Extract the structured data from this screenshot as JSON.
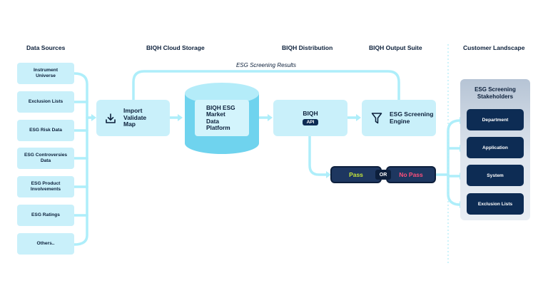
{
  "headers": {
    "data_sources": "Data Sources",
    "cloud_storage": "BIQH Cloud Storage",
    "distribution": "BIQH Distribution",
    "output_suite": "BIQH Output Suite",
    "customer_landscape": "Customer Landscape"
  },
  "sources": [
    "Instrument\nUniverse",
    "Exclusion Lists",
    "ESG Risk Data",
    "ESG Controversies\nData",
    "ESG Product\nInvolvements",
    "ESG Ratings",
    "Others.."
  ],
  "import_box": {
    "label": "Import\nValidate\nMap",
    "icon": "download-icon"
  },
  "platform": {
    "label": "BIQH ESG\nMarket\nData\nPlatform"
  },
  "biqh_api": {
    "label": "BIQH",
    "api": "API"
  },
  "engine": {
    "label": "ESG Screening\nEngine",
    "icon": "funnel-icon"
  },
  "results_label": "ESG Screening Results",
  "decision": {
    "pass": "Pass",
    "or": "OR",
    "no_pass": "No Pass"
  },
  "stakeholders": {
    "title": "ESG Screening\nStakeholders",
    "items": [
      "Department",
      "Application",
      "System",
      "Exclusion Lists"
    ]
  },
  "colors": {
    "flow": "#aeeefa",
    "box_fill": "#c9f0fa",
    "dark_navy": "#0d2c54",
    "pass": "#c5e63a",
    "no_pass": "#ff4f7b"
  }
}
